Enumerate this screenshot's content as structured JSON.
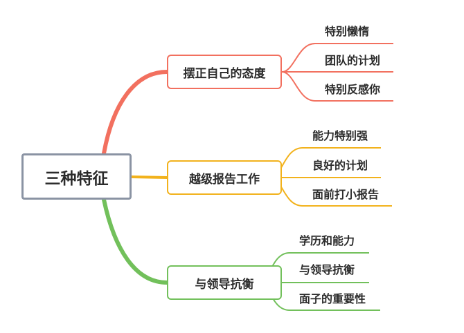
{
  "diagram": {
    "root": {
      "label": "三种特征"
    },
    "branches": [
      {
        "label": "摆正自己的态度",
        "color": "#f2705f",
        "leaves": [
          "特别懒惰",
          "团队的计划",
          "特别反感你"
        ]
      },
      {
        "label": "越级报告工作",
        "color": "#f2b21c",
        "leaves": [
          "能力特别强",
          "良好的计划",
          "面前打小报告"
        ]
      },
      {
        "label": "与领导抗衡",
        "color": "#72c05b",
        "leaves": [
          "学历和能力",
          "与领导抗衡",
          "面子的重要性"
        ]
      }
    ]
  }
}
